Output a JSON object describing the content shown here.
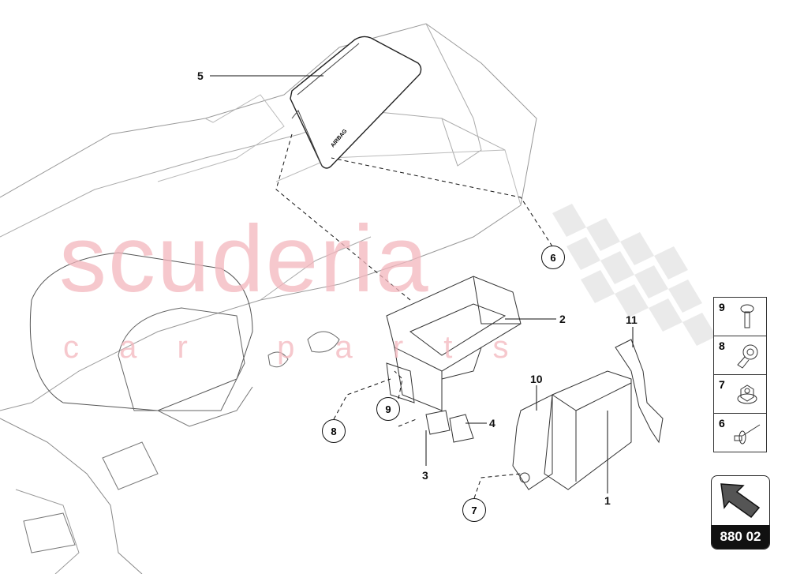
{
  "diagram": {
    "callouts": [
      "5",
      "2",
      "11",
      "10",
      "4",
      "3",
      "1"
    ],
    "circled_callouts": [
      "6",
      "9",
      "8",
      "7"
    ],
    "airbag_text": "AIRBAG"
  },
  "watermark": {
    "brand": "scuderia",
    "sub": "c a r   p a r t s",
    "color": "#f3b6bd"
  },
  "legend": {
    "items": [
      {
        "number": "9",
        "icon": "screw-icon"
      },
      {
        "number": "8",
        "icon": "self-tapping-screw-icon"
      },
      {
        "number": "7",
        "icon": "flange-nut-icon"
      },
      {
        "number": "6",
        "icon": "rivet-icon"
      }
    ]
  },
  "navigation": {
    "code": "880 02",
    "icon": "arrow-up-left-icon"
  }
}
